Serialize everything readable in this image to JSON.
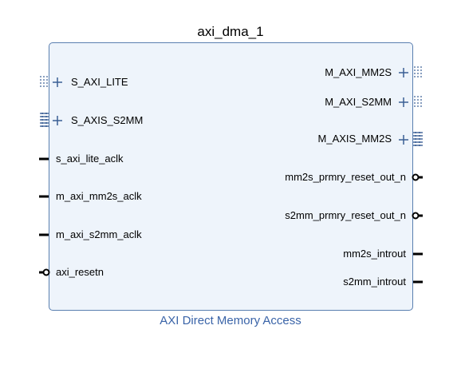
{
  "block": {
    "instance_name": "axi_dma_1",
    "ip_name": "AXI Direct Memory Access"
  },
  "ports": {
    "left": [
      {
        "label": "S_AXI_LITE",
        "kind": "bus-mm"
      },
      {
        "label": "S_AXIS_S2MM",
        "kind": "bus-stream"
      },
      {
        "label": "s_axi_lite_aclk",
        "kind": "wire"
      },
      {
        "label": "m_axi_mm2s_aclk",
        "kind": "wire"
      },
      {
        "label": "m_axi_s2mm_aclk",
        "kind": "wire"
      },
      {
        "label": "axi_resetn",
        "kind": "wire-inverted"
      }
    ],
    "right": [
      {
        "label": "M_AXI_MM2S",
        "kind": "bus-mm"
      },
      {
        "label": "M_AXI_S2MM",
        "kind": "bus-mm"
      },
      {
        "label": "M_AXIS_MM2S",
        "kind": "bus-stream"
      },
      {
        "label": "mm2s_prmry_reset_out_n",
        "kind": "wire-inverted"
      },
      {
        "label": "s2mm_prmry_reset_out_n",
        "kind": "wire-inverted"
      },
      {
        "label": "mm2s_introut",
        "kind": "wire"
      },
      {
        "label": "s2mm_introut",
        "kind": "wire"
      }
    ]
  },
  "colors": {
    "block_fill": "#eef4fb",
    "block_border": "#5a7fb0",
    "bus_icon": "#3a5f95",
    "subtitle": "#3a64a8"
  }
}
